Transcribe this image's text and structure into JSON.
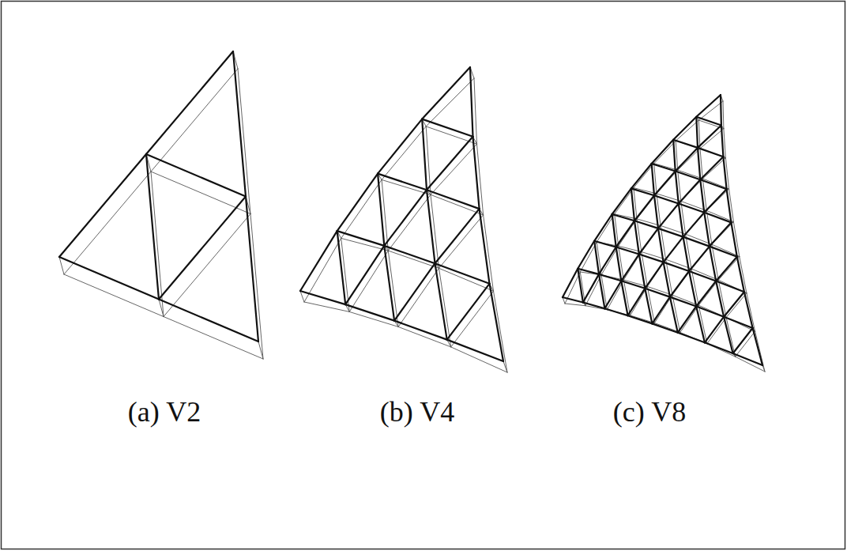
{
  "diagram": {
    "labels": [
      "(a) V2",
      "(b) V4",
      "(c) V8"
    ]
  }
}
